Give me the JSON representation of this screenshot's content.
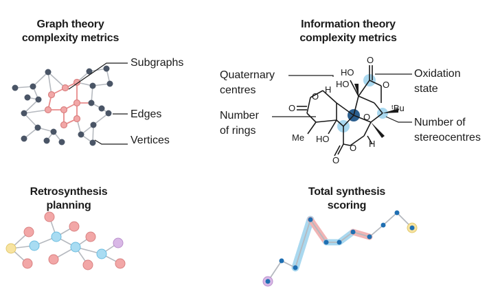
{
  "panels": {
    "graph": {
      "title_line1": "Graph theory",
      "title_line2": "complexity metrics",
      "labels": {
        "subgraphs": "Subgraphs",
        "edges": "Edges",
        "vertices": "Vertices"
      }
    },
    "info": {
      "title_line1": "Information theory",
      "title_line2": "complexity metrics",
      "labels": {
        "quaternary_l1": "Quaternary",
        "quaternary_l2": "centres",
        "rings_l1": "Number",
        "rings_l2": "of rings",
        "oxidation_l1": "Oxidation",
        "oxidation_l2": "state",
        "stereo_l1": "Number of",
        "stereo_l2": "stereocentres"
      },
      "atoms": {
        "ho1": "HO",
        "ho2": "HO",
        "ho3": "HO",
        "o_top": "O",
        "o_left": "O",
        "o_ring": "O",
        "o_bottom": "O",
        "o_ring2": "O",
        "o_mid": "O",
        "h1": "H",
        "h2": "H",
        "me": "Me",
        "tbu": "ᵗBu"
      }
    },
    "retro": {
      "title_line1": "Retrosynthesis",
      "title_line2": "planning"
    },
    "total": {
      "title_line1": "Total synthesis",
      "title_line2": "scoring"
    }
  },
  "colors": {
    "node_dark": "#4a5566",
    "node_red": "#f2a7a7",
    "node_red_stroke": "#d98080",
    "node_blue": "#a9dcf2",
    "node_blue_stroke": "#6bbde0",
    "node_yellow": "#f7e3a0",
    "node_purple": "#d9b8e6",
    "line_gray": "#b5b9bf",
    "highlight_red": "#f0b4b4",
    "highlight_blue": "#a9d8ef",
    "point_blue": "#1f6fb2"
  }
}
